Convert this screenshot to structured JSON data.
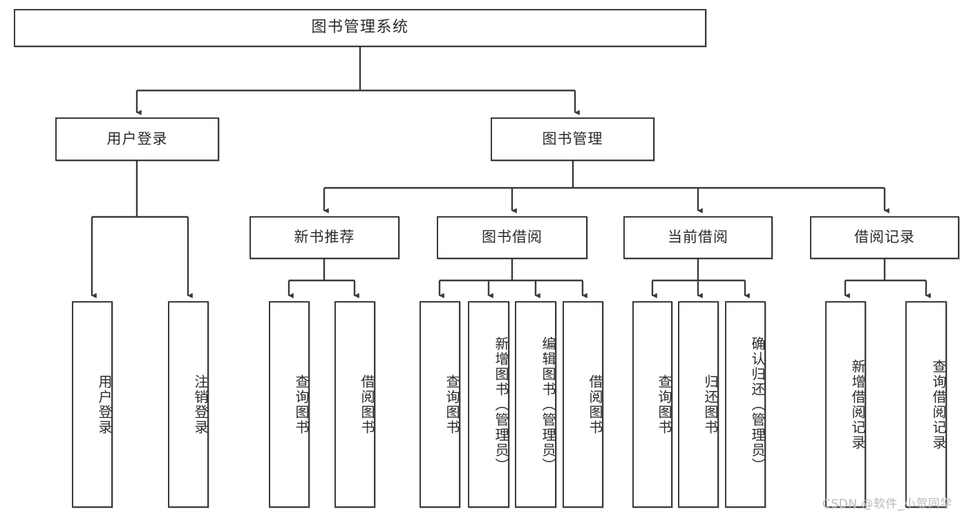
{
  "diagram": {
    "type": "tree",
    "title": "图书管理系统",
    "orientation": "top-down",
    "line_color": "#3a3a3a",
    "box_fill": "#ffffff",
    "text_color": "#2b2b2b",
    "nodes": {
      "root": {
        "label": "图书管理系统"
      },
      "level2": [
        {
          "id": "user-login",
          "label": "用户登录"
        },
        {
          "id": "book-manage",
          "label": "图书管理"
        }
      ],
      "level3": [
        {
          "id": "new-book-recommend",
          "label": "新书推荐"
        },
        {
          "id": "book-borrow",
          "label": "图书借阅"
        },
        {
          "id": "current-borrow",
          "label": "当前借阅"
        },
        {
          "id": "borrow-record",
          "label": "借阅记录"
        }
      ],
      "leaves": [
        {
          "id": "leaf-user-login",
          "label": "用户登录",
          "parent": "user-login"
        },
        {
          "id": "leaf-logout-login",
          "label": "注销登录",
          "parent": "user-login"
        },
        {
          "id": "leaf-query-book-1",
          "label": "查询图书",
          "parent": "new-book-recommend"
        },
        {
          "id": "leaf-borrow-book-1",
          "label": "借阅图书",
          "parent": "new-book-recommend"
        },
        {
          "id": "leaf-query-book-2",
          "label": "查询图书",
          "parent": "book-borrow"
        },
        {
          "id": "leaf-add-book",
          "label": "新增图书（管理员）",
          "parent": "book-borrow"
        },
        {
          "id": "leaf-edit-book",
          "label": "编辑图书（管理员）",
          "parent": "book-borrow"
        },
        {
          "id": "leaf-borrow-book-2",
          "label": "借阅图书",
          "parent": "book-borrow"
        },
        {
          "id": "leaf-query-book-3",
          "label": "查询图书",
          "parent": "current-borrow"
        },
        {
          "id": "leaf-return-book",
          "label": "归还图书",
          "parent": "current-borrow"
        },
        {
          "id": "leaf-confirm-return",
          "label": "确认归还（管理员）",
          "parent": "current-borrow"
        },
        {
          "id": "leaf-add-record",
          "label": "新增借阅记录",
          "parent": "borrow-record"
        },
        {
          "id": "leaf-query-record",
          "label": "查询借阅记录",
          "parent": "borrow-record"
        }
      ]
    }
  },
  "watermark": {
    "text": "CSDN @软件_小贺同学"
  }
}
